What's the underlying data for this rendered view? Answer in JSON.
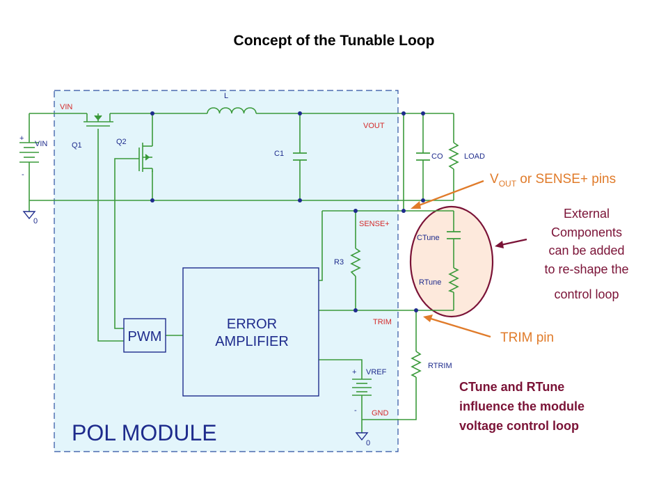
{
  "title": "Concept of the Tunable Loop",
  "module_label": "POL MODULE",
  "blocks": {
    "pwm": "PWM",
    "error_amp_line1": "ERROR",
    "error_amp_line2": "AMPLIFIER"
  },
  "labels": {
    "vin_net": "VIN",
    "vin_source": "VIN",
    "gnd_left": "0",
    "q1": "Q1",
    "q2": "Q2",
    "inductor": "L",
    "c1": "C1",
    "vout": "VOUT",
    "co": "CO",
    "load": "LOAD",
    "sense": "SENSE+",
    "r3": "R3",
    "ctune": "CTune",
    "rtune": "RTune",
    "trim": "TRIM",
    "rtrim": "RTRIM",
    "vref": "VREF",
    "gnd": "GND",
    "gnd_bottom": "0",
    "plus_vin": "+",
    "minus_vin": "-",
    "plus_vref": "+",
    "minus_vref": "-"
  },
  "annotations": {
    "vout_prefix": "V",
    "vout_sub": "OUT",
    "vout_rest": " or SENSE+ pins",
    "external": [
      "External",
      "Components",
      "can be added",
      "to re-shape the",
      "control loop"
    ],
    "trim_pin": "TRIM pin",
    "influence": [
      "CTune and RTune",
      "influence the module",
      "voltage control loop"
    ]
  },
  "colors": {
    "wire": "#3a9a3a",
    "module_fill": "#e3f5fb",
    "module_border": "#2b4fa0",
    "orange": "#e07b2a",
    "maroon": "#7a1236",
    "node": "#1e2b8c"
  }
}
